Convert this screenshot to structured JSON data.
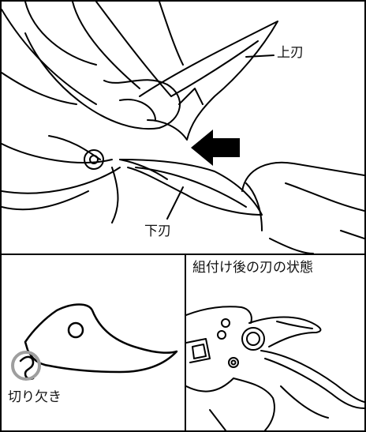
{
  "top_panel": {
    "upper_blade_label": "上刃",
    "lower_blade_label": "下刃"
  },
  "bottom_left_panel": {
    "notch_label": "切り欠き"
  },
  "bottom_right_panel": {
    "heading": "組付け後の刃の状態"
  },
  "colors": {
    "line": "#000000",
    "highlight_circle": "#9e9e9e",
    "background": "#ffffff"
  }
}
